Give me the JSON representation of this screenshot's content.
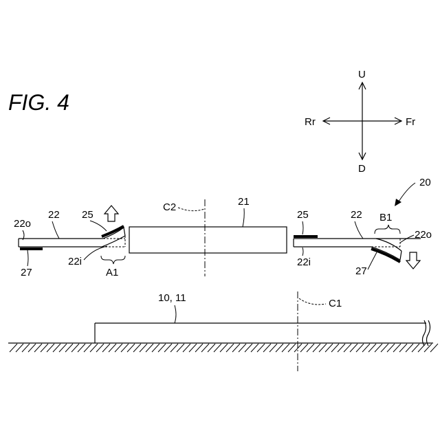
{
  "figure": {
    "title": "FIG. 4",
    "directions": {
      "up": "U",
      "down": "D",
      "rear": "Rr",
      "front": "Fr"
    },
    "labels": {
      "assembly": "20",
      "center_part": "21",
      "left_plate": "22",
      "right_plate": "22",
      "left_outer": "22o",
      "right_outer": "22o",
      "left_inner": "22i",
      "right_inner": "22i",
      "left_top_strip": "25",
      "right_top_strip": "25",
      "left_bottom_strip": "27",
      "right_bottom_strip": "27",
      "region_a": "A1",
      "region_b": "B1",
      "axis_c2": "C2",
      "axis_c1": "C1",
      "base": "10, 11"
    }
  }
}
